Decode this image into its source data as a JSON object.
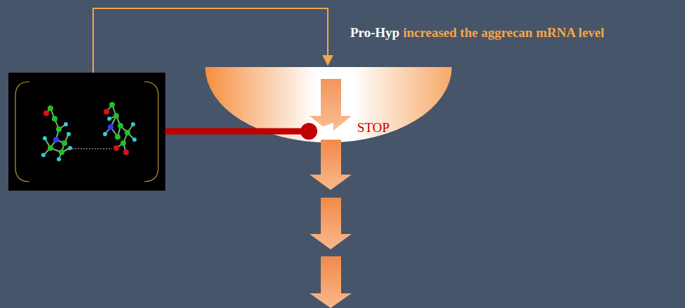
{
  "diagram": {
    "labels": [
      "Pro-Hyp",
      "increased the aggrecan mRNA level",
      "STOP"
    ]
  }
}
